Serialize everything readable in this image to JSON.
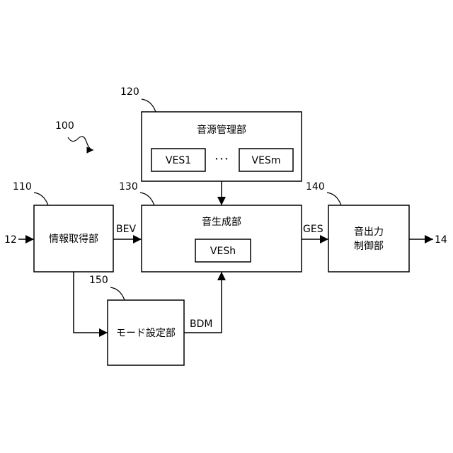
{
  "diagram": {
    "reference": "100",
    "nodes": {
      "sound_source_manager": {
        "ref": "120",
        "label": "音源管理部"
      },
      "ves1": {
        "label": "VES1"
      },
      "ellipsis": {
        "label": "･･･"
      },
      "vesm": {
        "label": "VESm"
      },
      "info_acquisition": {
        "ref": "110",
        "label": "情報取得部"
      },
      "sound_generation": {
        "ref": "130",
        "label": "音生成部"
      },
      "vesh": {
        "label": "VESh"
      },
      "sound_output_control": {
        "ref": "140",
        "label_line1": "音出力",
        "label_line2": "制御部"
      },
      "mode_setting": {
        "ref": "150",
        "label": "モード設定部"
      }
    },
    "signals": {
      "input": "12",
      "bev": "BEV",
      "ges": "GES",
      "output": "14",
      "bdm": "BDM"
    }
  }
}
